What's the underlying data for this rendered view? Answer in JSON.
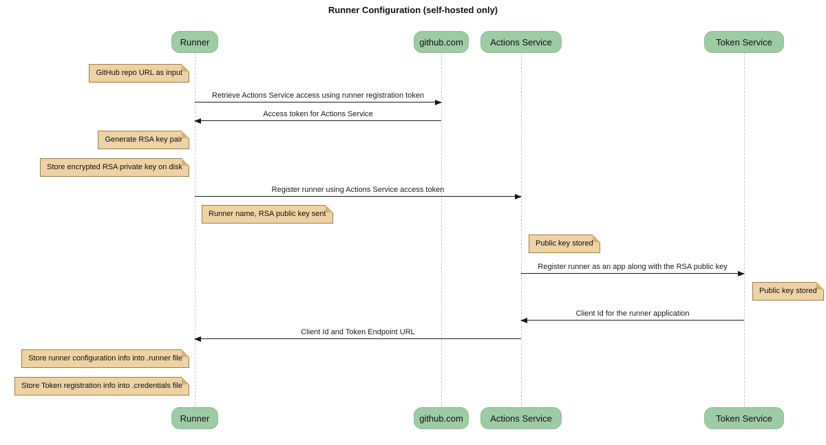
{
  "title": "Runner Configuration (self-hosted only)",
  "colors": {
    "background": "#FFFFFF",
    "participant_fill": "#9DCBA4",
    "participant_border": "#8CBD96",
    "note_fill": "#EDD2A4",
    "note_border": "#9D7E45",
    "note_fold": "#D5B274",
    "lifeline": "#C9C9C9",
    "arrow": "#1A1A1A"
  },
  "participants": [
    {
      "label": "Runner"
    },
    {
      "label": "github.com"
    },
    {
      "label": "Actions Service"
    },
    {
      "label": "Token Service"
    }
  ],
  "messages": [
    {
      "from": "Runner",
      "to": "github.com",
      "label": "Retrieve Actions Service access using runner registration token"
    },
    {
      "from": "github.com",
      "to": "Runner",
      "label": "Access token for Actions Service"
    },
    {
      "from": "Runner",
      "to": "Actions Service",
      "label": "Register runner using Actions Service access token"
    },
    {
      "from": "Actions Service",
      "to": "Token Service",
      "label": "Register runner as an app along with the RSA public key"
    },
    {
      "from": "Token Service",
      "to": "Actions Service",
      "label": "Client Id for the runner application"
    },
    {
      "from": "Actions Service",
      "to": "Runner",
      "label": "Client Id and Token Endpoint URL"
    }
  ],
  "notes": [
    {
      "text": "GitHub repo URL as input",
      "anchor": "Runner",
      "side": "left"
    },
    {
      "text": "Generate RSA key pair",
      "anchor": "Runner",
      "side": "left"
    },
    {
      "text": "Store encrypted RSA private key on disk",
      "anchor": "Runner",
      "side": "left"
    },
    {
      "text": "Runner name, RSA public key sent",
      "anchor": "Runner",
      "side": "right"
    },
    {
      "text": "Public key stored",
      "anchor": "Actions Service",
      "side": "right"
    },
    {
      "text": "Public key stored",
      "anchor": "Token Service",
      "side": "right"
    },
    {
      "text": "Store runner configuration info into .runner file",
      "anchor": "Runner",
      "side": "left"
    },
    {
      "text": "Store Token registration info into .credentials file",
      "anchor": "Runner",
      "side": "left"
    }
  ]
}
